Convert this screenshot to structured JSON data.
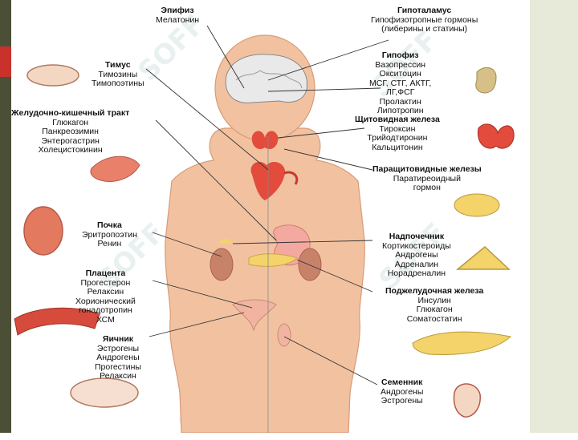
{
  "labels": {
    "epiphysis": {
      "title": "Эпифиз",
      "hormones": [
        "Мелатонин"
      ]
    },
    "hypothalamus": {
      "title": "Гипоталамус",
      "hormones": [
        "Гипофизотропные гормоны",
        "(либерины и статины)"
      ]
    },
    "thymus": {
      "title": "Тимус",
      "hormones": [
        "Тимозины",
        "Тимопоэтины"
      ]
    },
    "pituitary": {
      "title": "Гипофиз",
      "hormones": [
        "Вазопрессин",
        "Окситоцин",
        "МСГ, СТГ, АКТГ,",
        "ЛГ,ФСГ",
        "Пролактин",
        "Липотропин"
      ]
    },
    "gi_tract": {
      "title": "Желудочно-кишечный тракт",
      "hormones": [
        "Глюкагон",
        "Панкреозимин",
        "Энтерогастрин",
        "Холецистокинин"
      ]
    },
    "thyroid": {
      "title": "Щитовидная железа",
      "hormones": [
        "Тироксин",
        "Трийодтиронин",
        "Кальцитонин"
      ]
    },
    "parathyroid": {
      "title": "Паращитовидные железы",
      "hormones": [
        "Паратиреоидный",
        "гормон"
      ]
    },
    "kidney": {
      "title": "Почка",
      "hormones": [
        "Эритропоэтин",
        "Ренин"
      ]
    },
    "adrenal": {
      "title": "Надпочечник",
      "hormones": [
        "Кортикостероиды",
        "Андрогены",
        "Адреналин",
        "Норадреналин"
      ]
    },
    "placenta": {
      "title": "Плацента",
      "hormones": [
        "Прогестерон",
        "Релаксин",
        "Хорионический",
        "гонадотропин",
        "ХСМ"
      ]
    },
    "pancreas": {
      "title": "Поджелудочная железа",
      "hormones": [
        "Инсулин",
        "Глюкагон",
        "Соматостатин"
      ]
    },
    "ovary": {
      "title": "Яичник",
      "hormones": [
        "Эстрогены",
        "Андрогены",
        "Прогестины",
        "Релаксин"
      ]
    },
    "testis": {
      "title": "Семенник",
      "hormones": [
        "Андрогены",
        "Эстрогены"
      ]
    }
  },
  "watermark": "SOFF",
  "colors": {
    "body": "#f2c2a0",
    "organ": "#e34b3c",
    "gland": "#f3d36a",
    "line": "#333333",
    "side_left": "#4b4f35",
    "side_right": "#e7ead8",
    "accent_red": "#c8322a"
  }
}
